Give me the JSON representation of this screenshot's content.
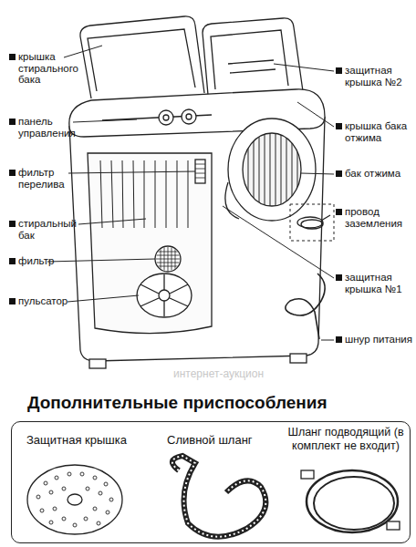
{
  "diagram": {
    "title": "Дополнительные приспособления",
    "nodes": [
      {
        "text": [
          "Защитная крышка",
          "Сливной шланг",
          "Шланг подводящий (в комплект не входит)"
        ]
      }
    ],
    "labels": [
      "крышка стирального бака",
      "защитная крышка №2",
      "панель управления",
      "крышка бака отжима",
      "фильтр перелива",
      "бак отжима",
      "провод заземления",
      "стиральный бак",
      "фильтр",
      "защитная крышка №1",
      "пульсатор",
      "шнур питания",
      "интернет-аукцион"
    ]
  }
}
